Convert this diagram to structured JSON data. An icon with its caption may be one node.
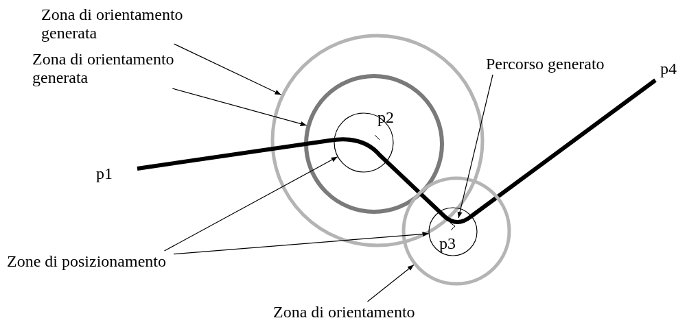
{
  "diagram": {
    "nodes": [
      {
        "text": [
          "Zona di orientamento generata"
        ]
      },
      {
        "text": [],
        "shape": "circle"
      },
      {
        "text": [
          "Zona di orientamento generata"
        ]
      },
      {
        "text": [],
        "shape": "circle"
      },
      {
        "text": [
          "Percorso generato"
        ]
      },
      {
        "text": [],
        "shape": "line"
      },
      {
        "text": [
          "Zone di posizionamento"
        ]
      },
      {
        "text": [],
        "shape": "circle",
        "in": 3
      },
      {
        "text": [],
        "shape": "circle",
        "in": 10
      },
      {
        "text": [
          "Zona di orientamento"
        ]
      },
      {
        "text": [],
        "shape": "circle"
      }
    ],
    "edges": [
      {
        "from": 0,
        "to": 1,
        "arrow": "to"
      },
      {
        "from": 2,
        "to": 3,
        "arrow": "to"
      },
      {
        "from": 4,
        "to": 5,
        "arrow": "to"
      },
      {
        "from": 6,
        "to": 7,
        "arrow": "to"
      },
      {
        "from": 6,
        "to": 8,
        "arrow": "to"
      },
      {
        "from": 9,
        "to": 10,
        "arrow": "to"
      }
    ],
    "labels": [
      "p4",
      "p2",
      "p1",
      "p3"
    ]
  }
}
